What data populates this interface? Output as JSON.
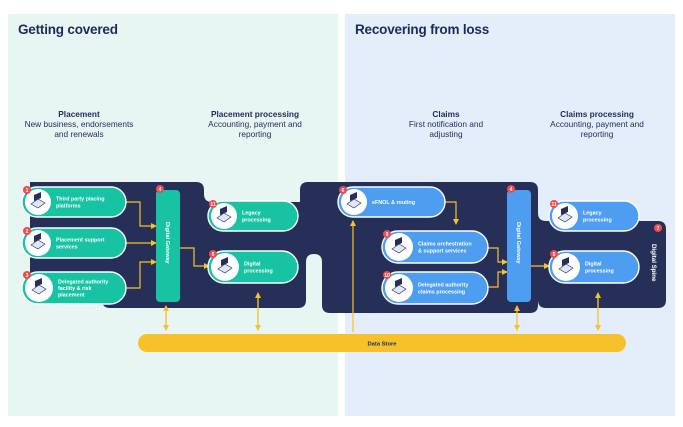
{
  "sections": {
    "left_title": "Getting covered",
    "right_title": "Recovering from loss"
  },
  "columns": {
    "placement": {
      "title": "Placement",
      "subtitle": "New business, endorsements and renewals"
    },
    "placement_processing": {
      "title": "Placement processing",
      "subtitle": "Accounting, payment and reporting"
    },
    "claims": {
      "title": "Claims",
      "subtitle": "First notification and adjusting"
    },
    "claims_processing": {
      "title": "Claims processing",
      "subtitle": "Accounting, payment and reporting"
    }
  },
  "nodes": {
    "third_party": {
      "badge": "1",
      "label": [
        "Third party placing",
        "platforms"
      ]
    },
    "placement_support": {
      "badge": "2",
      "label": [
        "Placement support",
        "services"
      ]
    },
    "delegated_facility": {
      "badge": "3",
      "label": [
        "Delegated authority",
        "facility & risk",
        "placement"
      ]
    },
    "legacy_left": {
      "badge": "11",
      "label": [
        "Legacy",
        "processing"
      ]
    },
    "digital_left": {
      "badge": "5",
      "label": [
        "Digital",
        "processing"
      ]
    },
    "efnol": {
      "badge": "6",
      "label": [
        "eFNOL & routing"
      ]
    },
    "claims_orch": {
      "badge": "9",
      "label": [
        "Claims orchestration",
        "& support services"
      ]
    },
    "delegated_claims": {
      "badge": "10",
      "label": [
        "Delegated authority",
        "claims processing"
      ]
    },
    "legacy_right": {
      "badge": "11",
      "label": [
        "Legacy",
        "processing"
      ]
    },
    "digital_right": {
      "badge": "5",
      "label": [
        "Digital",
        "processing"
      ]
    }
  },
  "gateways": {
    "left": {
      "badge": "4",
      "label": "Digital Gateway"
    },
    "right": {
      "badge": "4",
      "label": "Digital Gateway"
    }
  },
  "spine": {
    "badge": "7",
    "label": "Digital Spine"
  },
  "data_store": {
    "label": "Data Store"
  },
  "colors": {
    "navy": "#262f57",
    "teal": "#17c3a3",
    "blue": "#4d9df0",
    "yellow": "#f7c12b",
    "badge_red": "#ef4b4b",
    "left_bg": "#e8f6f3",
    "right_bg": "#e4eefb",
    "title": "#1d2a5c"
  }
}
